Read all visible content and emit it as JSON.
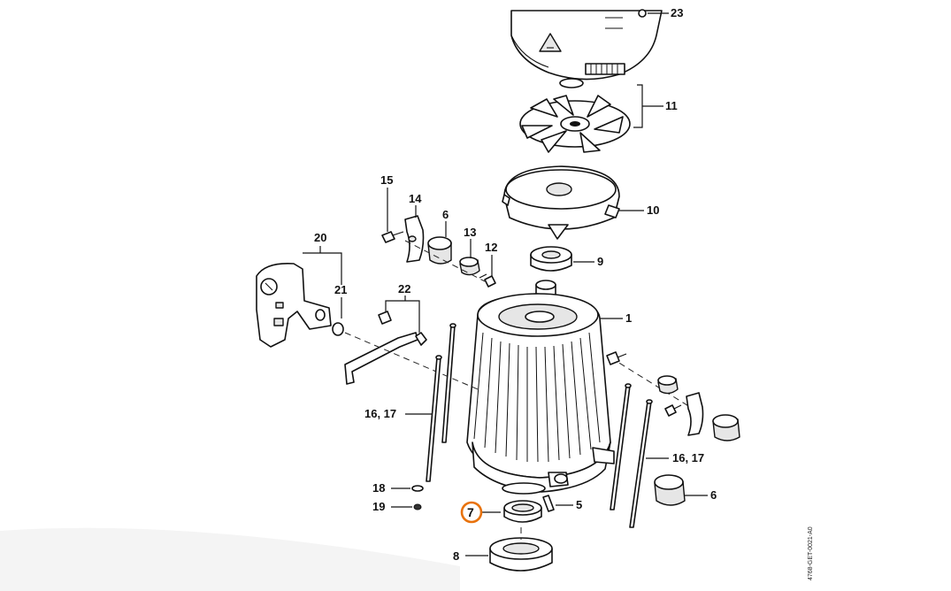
{
  "diagram": {
    "labels": {
      "p23": "23",
      "p11": "11",
      "p10": "10",
      "p15": "15",
      "p14": "14",
      "p6a": "6",
      "p13": "13",
      "p12": "12",
      "p9": "9",
      "p20": "20",
      "p21": "21",
      "p22": "22",
      "p1": "1",
      "p1617a": "16, 17",
      "p1617b": "16, 17",
      "p18": "18",
      "p19": "19",
      "p7": "7",
      "p5": "5",
      "p6b": "6",
      "p8": "8"
    },
    "highlighted_part": "7",
    "highlight_color": "#e8720c",
    "reference_code": "4768-GET-0021-A0"
  }
}
